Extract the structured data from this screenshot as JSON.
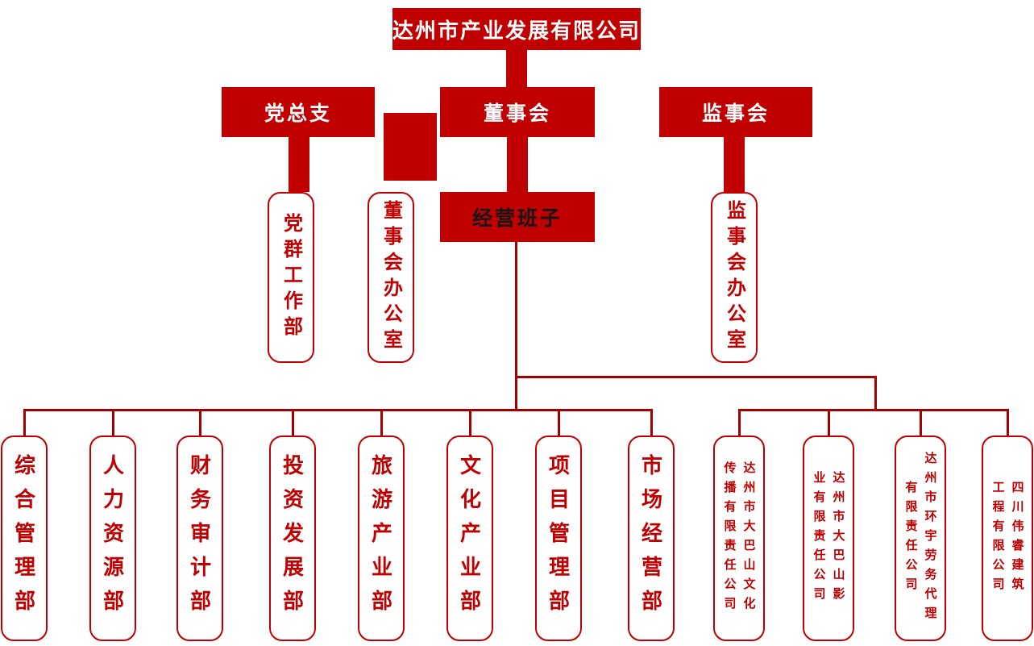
{
  "colors": {
    "brand_red": "#c00000",
    "connector_line_red": "#a40000",
    "outline_box_text_red": "#c00000",
    "management_text_dark": "#161616"
  },
  "root": {
    "label": "达州市产业发展有限公司"
  },
  "boards": [
    {
      "label": "党总支"
    },
    {
      "label": "董事会"
    },
    {
      "label": "监事会"
    }
  ],
  "management": {
    "label": "经营班子"
  },
  "offices": [
    {
      "label": "党群工作部"
    },
    {
      "label": "董事会办公室"
    },
    {
      "label": "监事会办公室"
    }
  ],
  "departments": [
    {
      "label": "综合管理部"
    },
    {
      "label": "人力资源部"
    },
    {
      "label": "财务审计部"
    },
    {
      "label": "投资发展部"
    },
    {
      "label": "旅游产业部"
    },
    {
      "label": "文化产业部"
    },
    {
      "label": "项目管理部"
    },
    {
      "label": "市场经营部"
    }
  ],
  "subsidiaries": [
    {
      "name": "达州市大巴山文化传播有限责任公司",
      "lines": [
        "达州市大巴山文化",
        "传播有限责任公司"
      ]
    },
    {
      "name": "达州市大巴山影业有限责任公司",
      "lines": [
        "达州市大巴山影",
        "业有限责任公司"
      ]
    },
    {
      "name": "达州市环宇劳务代理有限责任公司",
      "lines": [
        "达州市环宇劳务代理",
        "有限责任公司"
      ]
    },
    {
      "name": "四川伟睿建筑工程有限公司",
      "lines": [
        "四川伟睿建筑",
        "工程有限公司"
      ]
    }
  ]
}
